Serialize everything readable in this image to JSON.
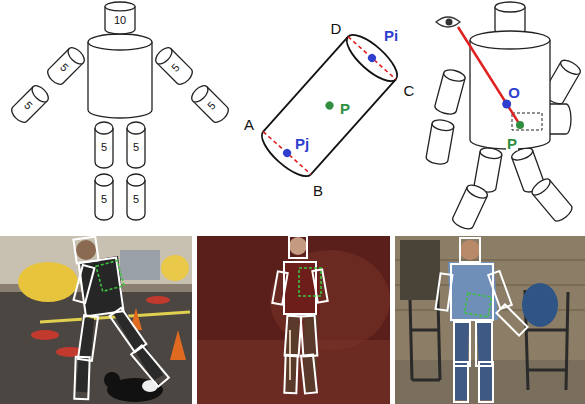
{
  "diagram": {
    "nodes": [
      {
        "text": [
          "10"
        ]
      },
      {
        "text": [
          "5"
        ]
      },
      {
        "text": [
          "5"
        ]
      },
      {
        "text": [
          "5"
        ]
      },
      {
        "text": [
          "5"
        ]
      },
      {
        "text": [
          "5"
        ]
      },
      {
        "text": [
          "5"
        ]
      },
      {
        "text": [
          "5"
        ]
      },
      {
        "text": [
          "5"
        ]
      }
    ],
    "labels": [
      "D",
      "Pi",
      "P",
      "C",
      "A",
      "Pj",
      "B",
      "O",
      "P"
    ]
  }
}
